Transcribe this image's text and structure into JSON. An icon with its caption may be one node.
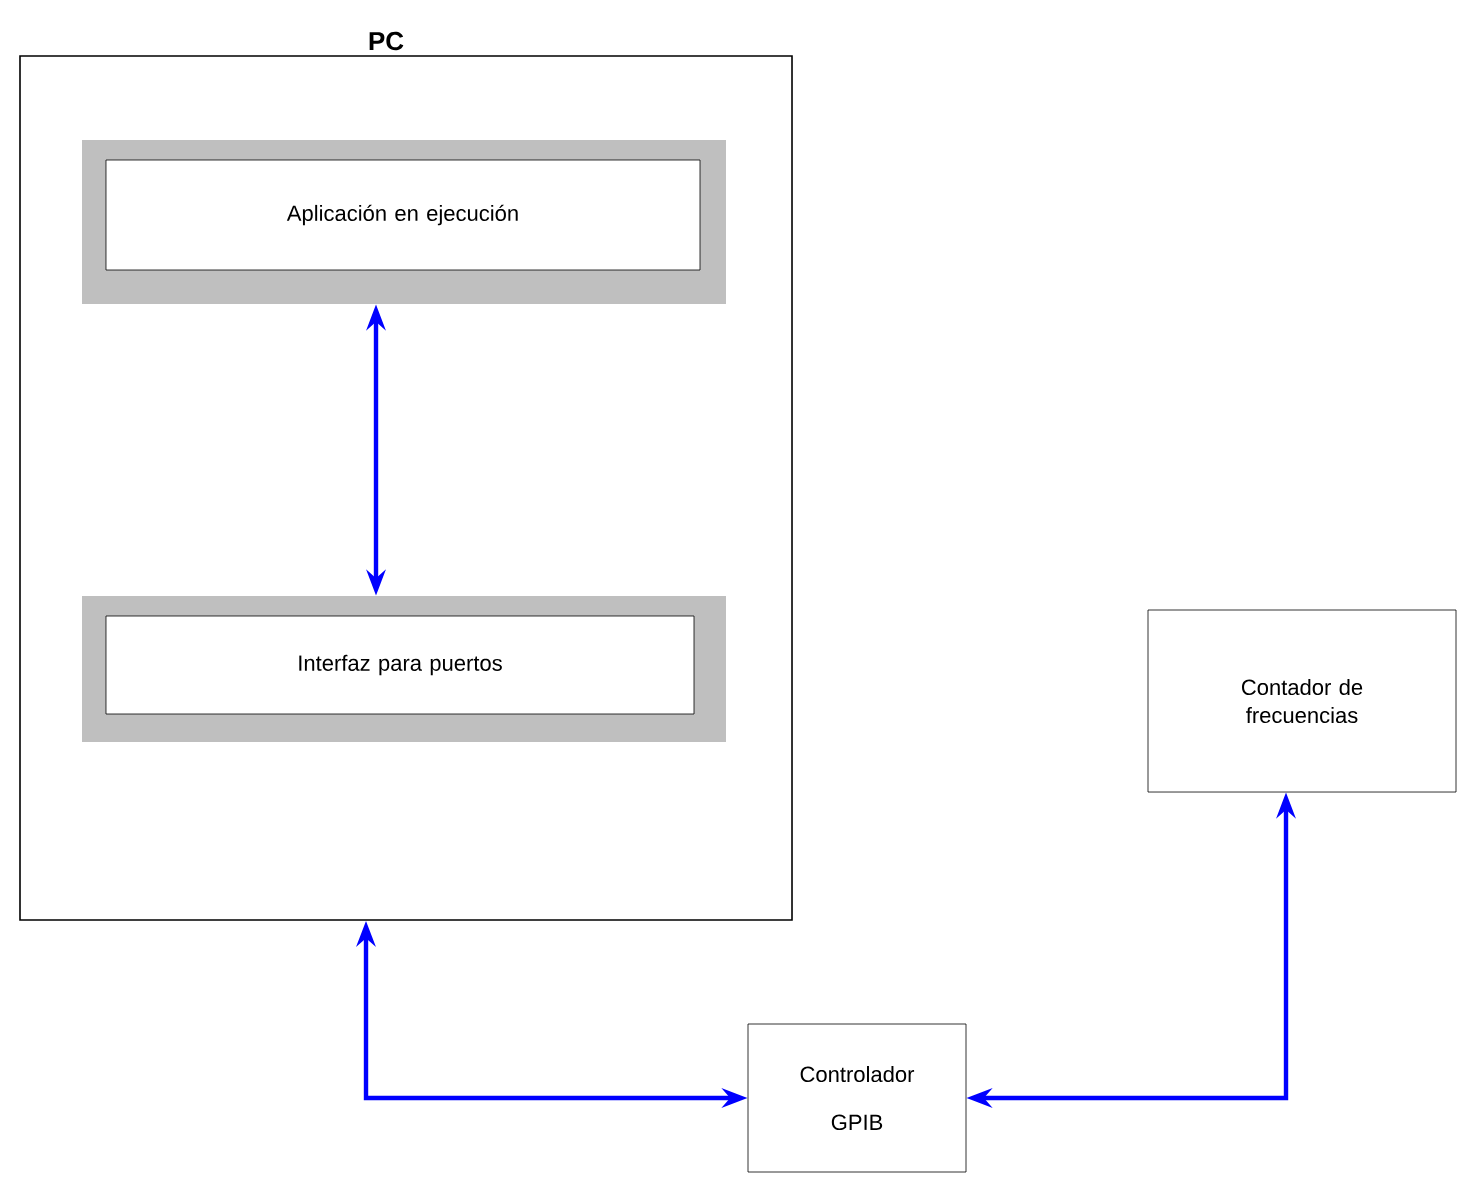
{
  "diagram": {
    "nodes": [
      {
        "text": [
          "PC"
        ]
      },
      {
        "text": [
          "Aplicación en ejecución"
        ],
        "in": 0
      },
      {
        "text": [
          "Interfaz para puertos"
        ],
        "in": 0
      },
      {
        "text": [
          "Contador de frecuencias"
        ]
      },
      {
        "text": [
          "Controlador GPIB"
        ]
      }
    ],
    "edges": [
      {
        "from": 1,
        "to": 2,
        "arrow": "both"
      },
      {
        "from": 0,
        "to": 4,
        "arrow": "both"
      },
      {
        "from": 4,
        "to": 3,
        "arrow": "both"
      }
    ]
  }
}
